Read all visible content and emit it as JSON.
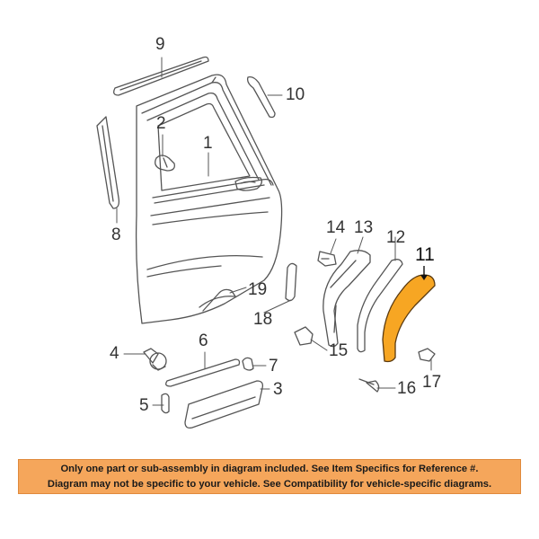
{
  "callouts": {
    "c1": "1",
    "c2": "2",
    "c3": "3",
    "c4": "4",
    "c5": "5",
    "c6": "6",
    "c7": "7",
    "c8": "8",
    "c9": "9",
    "c10": "10",
    "c11": "11",
    "c12": "12",
    "c13": "13",
    "c14": "14",
    "c15": "15",
    "c16": "16",
    "c17": "17",
    "c18": "18",
    "c19": "19"
  },
  "highlight_color": "#f7a623",
  "notice": {
    "line1": "Only one part or sub-assembly in diagram included. See Item Specifics for Reference #.",
    "line2": "Diagram may not be specific to your vehicle. See Compatibility for vehicle-specific diagrams.",
    "background": "#f5a65b"
  }
}
